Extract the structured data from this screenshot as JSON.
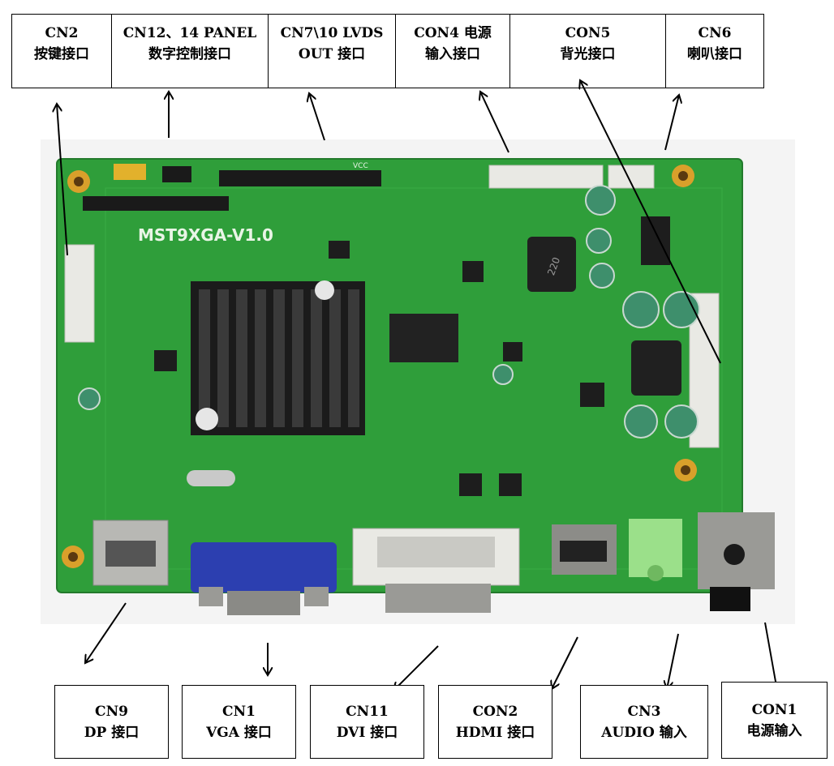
{
  "top_labels": [
    {
      "line1": "CN2",
      "line2": "按键接口"
    },
    {
      "line1": "CN12、14 PANEL",
      "line2": "数字控制接口"
    },
    {
      "line1": "CN7\\10 LVDS",
      "line2": "OUT 接口"
    },
    {
      "line1": "CON4 电源",
      "line2": "输入接口"
    },
    {
      "line1": "CON5",
      "line2": "背光接口"
    },
    {
      "line1": "CN6",
      "line2": "喇叭接口"
    }
  ],
  "bottom_labels": [
    {
      "line1": "CN9",
      "line2": "DP 接口"
    },
    {
      "line1": "CN1",
      "line2": "VGA 接口"
    },
    {
      "line1": "CN11",
      "line2": "DVI 接口"
    },
    {
      "line1": "CON2",
      "line2": "HDMI 接口"
    },
    {
      "line1": "CN3",
      "line2": "AUDIO 输入"
    },
    {
      "line1": "CON1",
      "line2": "电源输入"
    }
  ],
  "board": {
    "silkscreen": "MST9XGA-V1.0",
    "inductor_marking": "220",
    "vcc_label": "VCC"
  },
  "colors": {
    "pcb_green": "#2f9e3a",
    "pcb_dark": "#1f7a2b",
    "heatsink": "#1b1b1b",
    "vga_blue": "#2c3fb0",
    "audio_green": "#9be08a",
    "connector_white": "#e9e9e4",
    "connector_metal": "#b8b8b4"
  }
}
